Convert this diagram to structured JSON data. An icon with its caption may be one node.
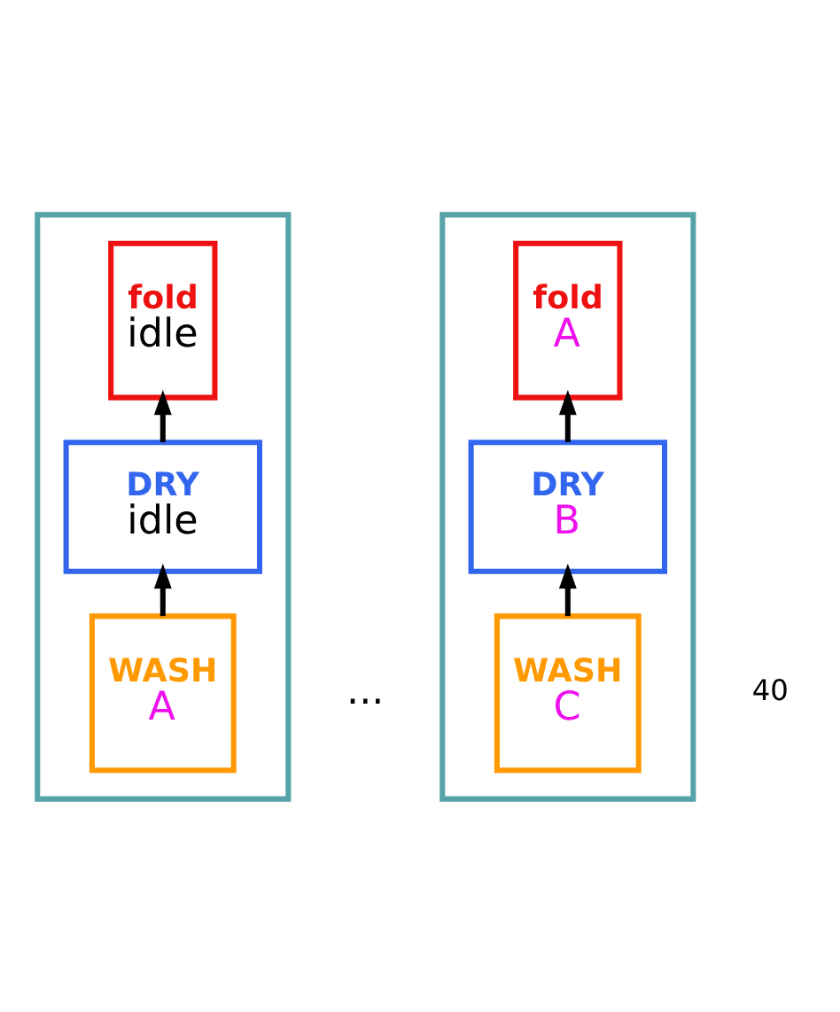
{
  "diagram": {
    "nodes": [
      {
        "text": [],
        "shape": "box"
      },
      {
        "text": [
          "fold",
          "idle"
        ],
        "in": 0
      },
      {
        "text": [
          "DRY",
          "idle"
        ],
        "in": 0
      },
      {
        "text": [
          "WASH",
          "A"
        ],
        "in": 0
      },
      {
        "text": [],
        "shape": "box"
      },
      {
        "text": [
          "fold",
          "A"
        ],
        "in": 4
      },
      {
        "text": [
          "DRY",
          "B"
        ],
        "in": 4
      },
      {
        "text": [
          "WASH",
          "C"
        ],
        "in": 4
      }
    ],
    "edges": [
      {
        "from": 3,
        "to": 2,
        "arrow": "to"
      },
      {
        "from": 2,
        "to": 1,
        "arrow": "to"
      },
      {
        "from": 7,
        "to": 6,
        "arrow": "to"
      },
      {
        "from": 6,
        "to": 5,
        "arrow": "to"
      }
    ],
    "labels": [
      "...",
      "40"
    ]
  }
}
